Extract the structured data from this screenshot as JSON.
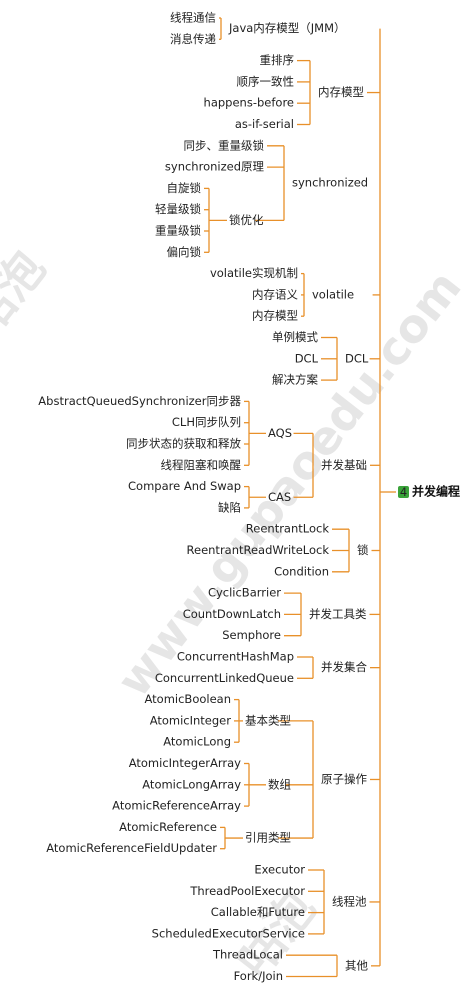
{
  "colors": {
    "line": "#e8902a",
    "badge": "#3aa33a",
    "watermark": "#e6e6e6"
  },
  "watermark": [
    "咕泡",
    "www.gupaoedu.com"
  ],
  "root": {
    "badge": "4",
    "label": "并发编程"
  },
  "groups": [
    {
      "label": "Java内存模型（JMM）",
      "leaves": [
        "线程通信",
        "消息传递"
      ]
    },
    {
      "label": "内存模型",
      "leaves": [
        "重排序",
        "顺序一致性",
        "happens-before",
        "as-if-serial"
      ]
    },
    {
      "label": "synchronized",
      "leaves": [
        "同步、重量级锁",
        "synchronized原理"
      ],
      "sub": [
        {
          "label": "锁优化",
          "leaves": [
            "自旋锁",
            "轻量级锁",
            "重量级锁",
            "偏向锁"
          ]
        }
      ]
    },
    {
      "label": "volatile",
      "leaves": [
        "volatile实现机制",
        "内存语义",
        "内存模型"
      ]
    },
    {
      "label": "DCL",
      "leaves": [
        "单例模式",
        "DCL",
        "解决方案"
      ]
    },
    {
      "label": "并发基础",
      "leaves": [],
      "sub": [
        {
          "label": "AQS",
          "leaves": [
            "AbstractQueuedSynchronizer同步器",
            "CLH同步队列",
            "同步状态的获取和释放",
            "线程阻塞和唤醒"
          ]
        },
        {
          "label": "CAS",
          "leaves": [
            "Compare And Swap",
            "缺陷"
          ]
        }
      ]
    },
    {
      "label": "锁",
      "leaves": [
        "ReentrantLock",
        "ReentrantReadWriteLock",
        "Condition"
      ]
    },
    {
      "label": "并发工具类",
      "leaves": [
        "CyclicBarrier",
        "CountDownLatch",
        "Semphore"
      ]
    },
    {
      "label": "并发集合",
      "leaves": [
        "ConcurrentHashMap",
        "ConcurrentLinkedQueue"
      ]
    },
    {
      "label": "原子操作",
      "leaves": [],
      "sub": [
        {
          "label": "基本类型",
          "leaves": [
            "AtomicBoolean",
            "AtomicInteger",
            "AtomicLong"
          ]
        },
        {
          "label": "数组",
          "leaves": [
            "AtomicIntegerArray",
            "AtomicLongArray",
            "AtomicReferenceArray"
          ]
        },
        {
          "label": "引用类型",
          "leaves": [
            "AtomicReference",
            "AtomicReferenceFieldUpdater"
          ]
        }
      ]
    },
    {
      "label": "线程池",
      "leaves": [
        "Executor",
        "ThreadPoolExecutor",
        "Callable和Future",
        "ScheduledExecutorService"
      ]
    },
    {
      "label": "其他",
      "leaves": [
        "ThreadLocal",
        "Fork/Join"
      ]
    }
  ]
}
